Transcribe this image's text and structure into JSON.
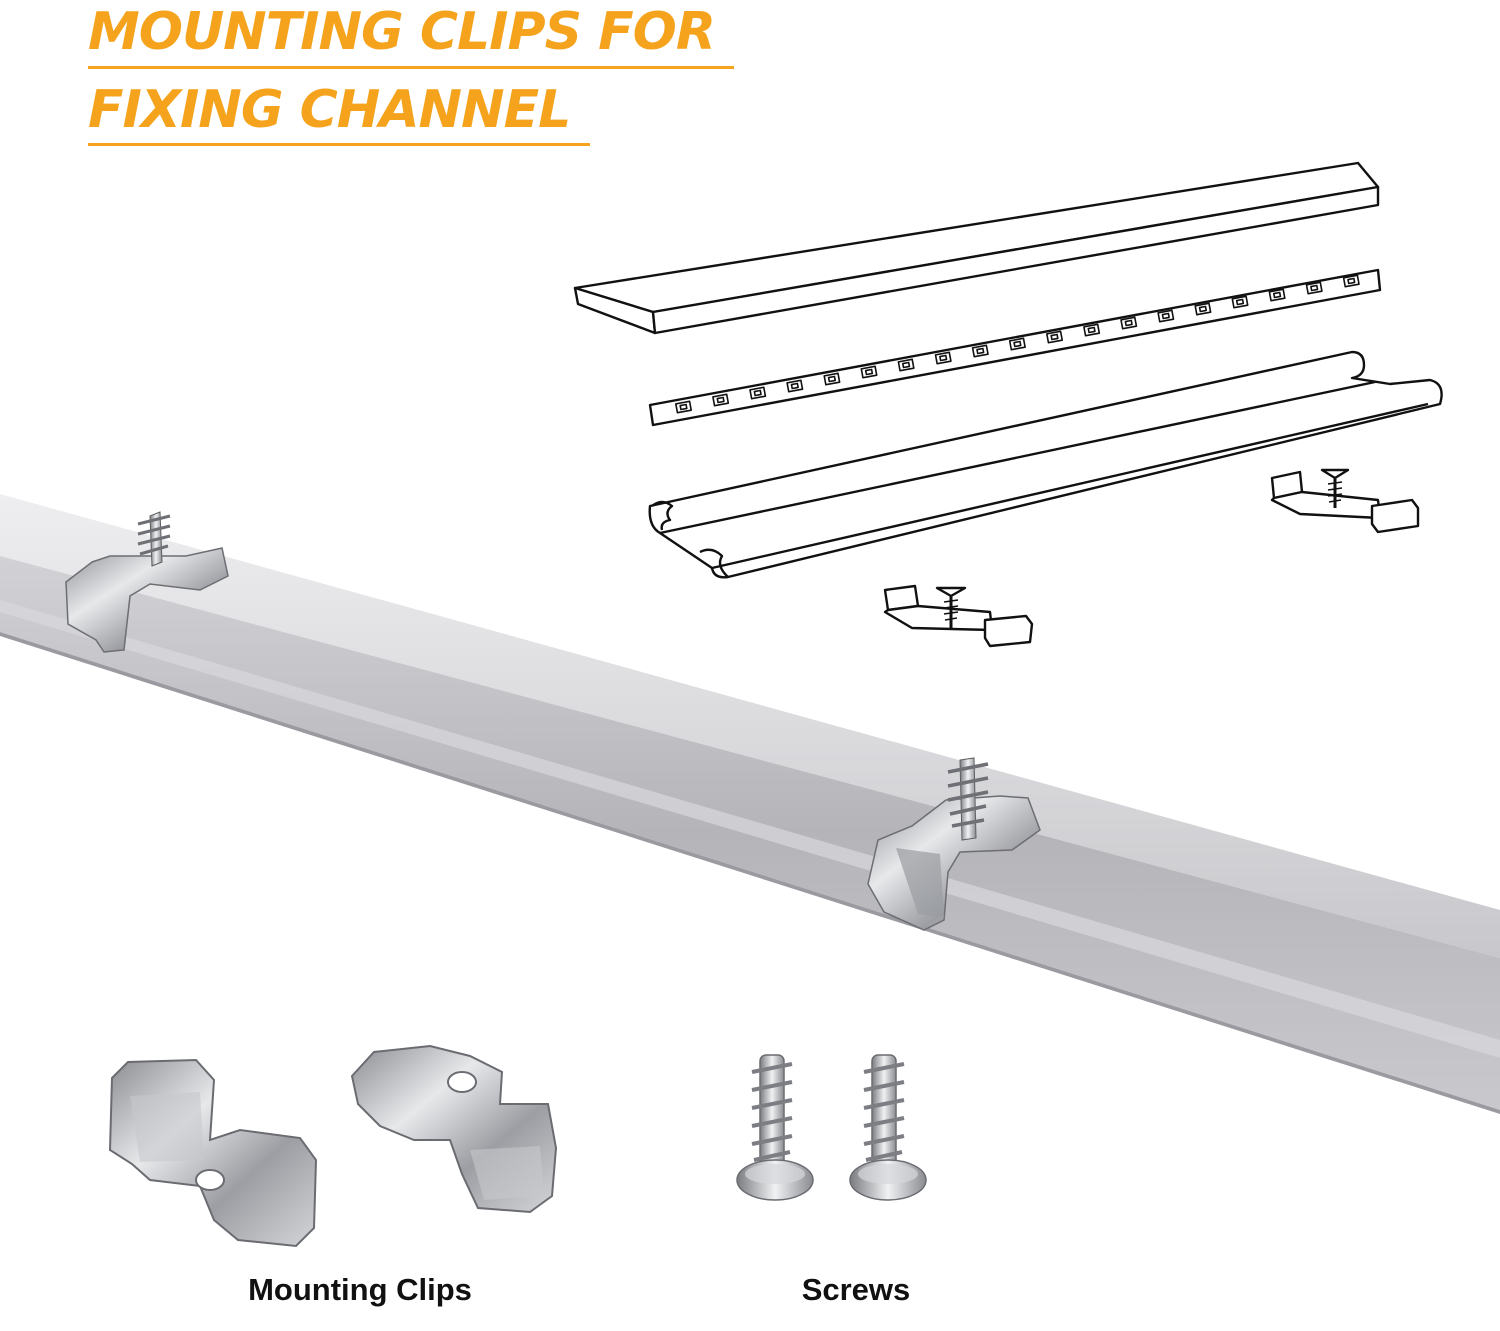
{
  "headline": {
    "line1": "MOUNTING CLIPS FOR",
    "line2": "FIXING CHANNEL"
  },
  "captions": {
    "clips": "Mounting Clips",
    "screws": "Screws"
  },
  "colors": {
    "headline": "#f5a31c",
    "background": "#ffffff",
    "caption": "#111111",
    "aluminium": "#b9b9bd"
  }
}
